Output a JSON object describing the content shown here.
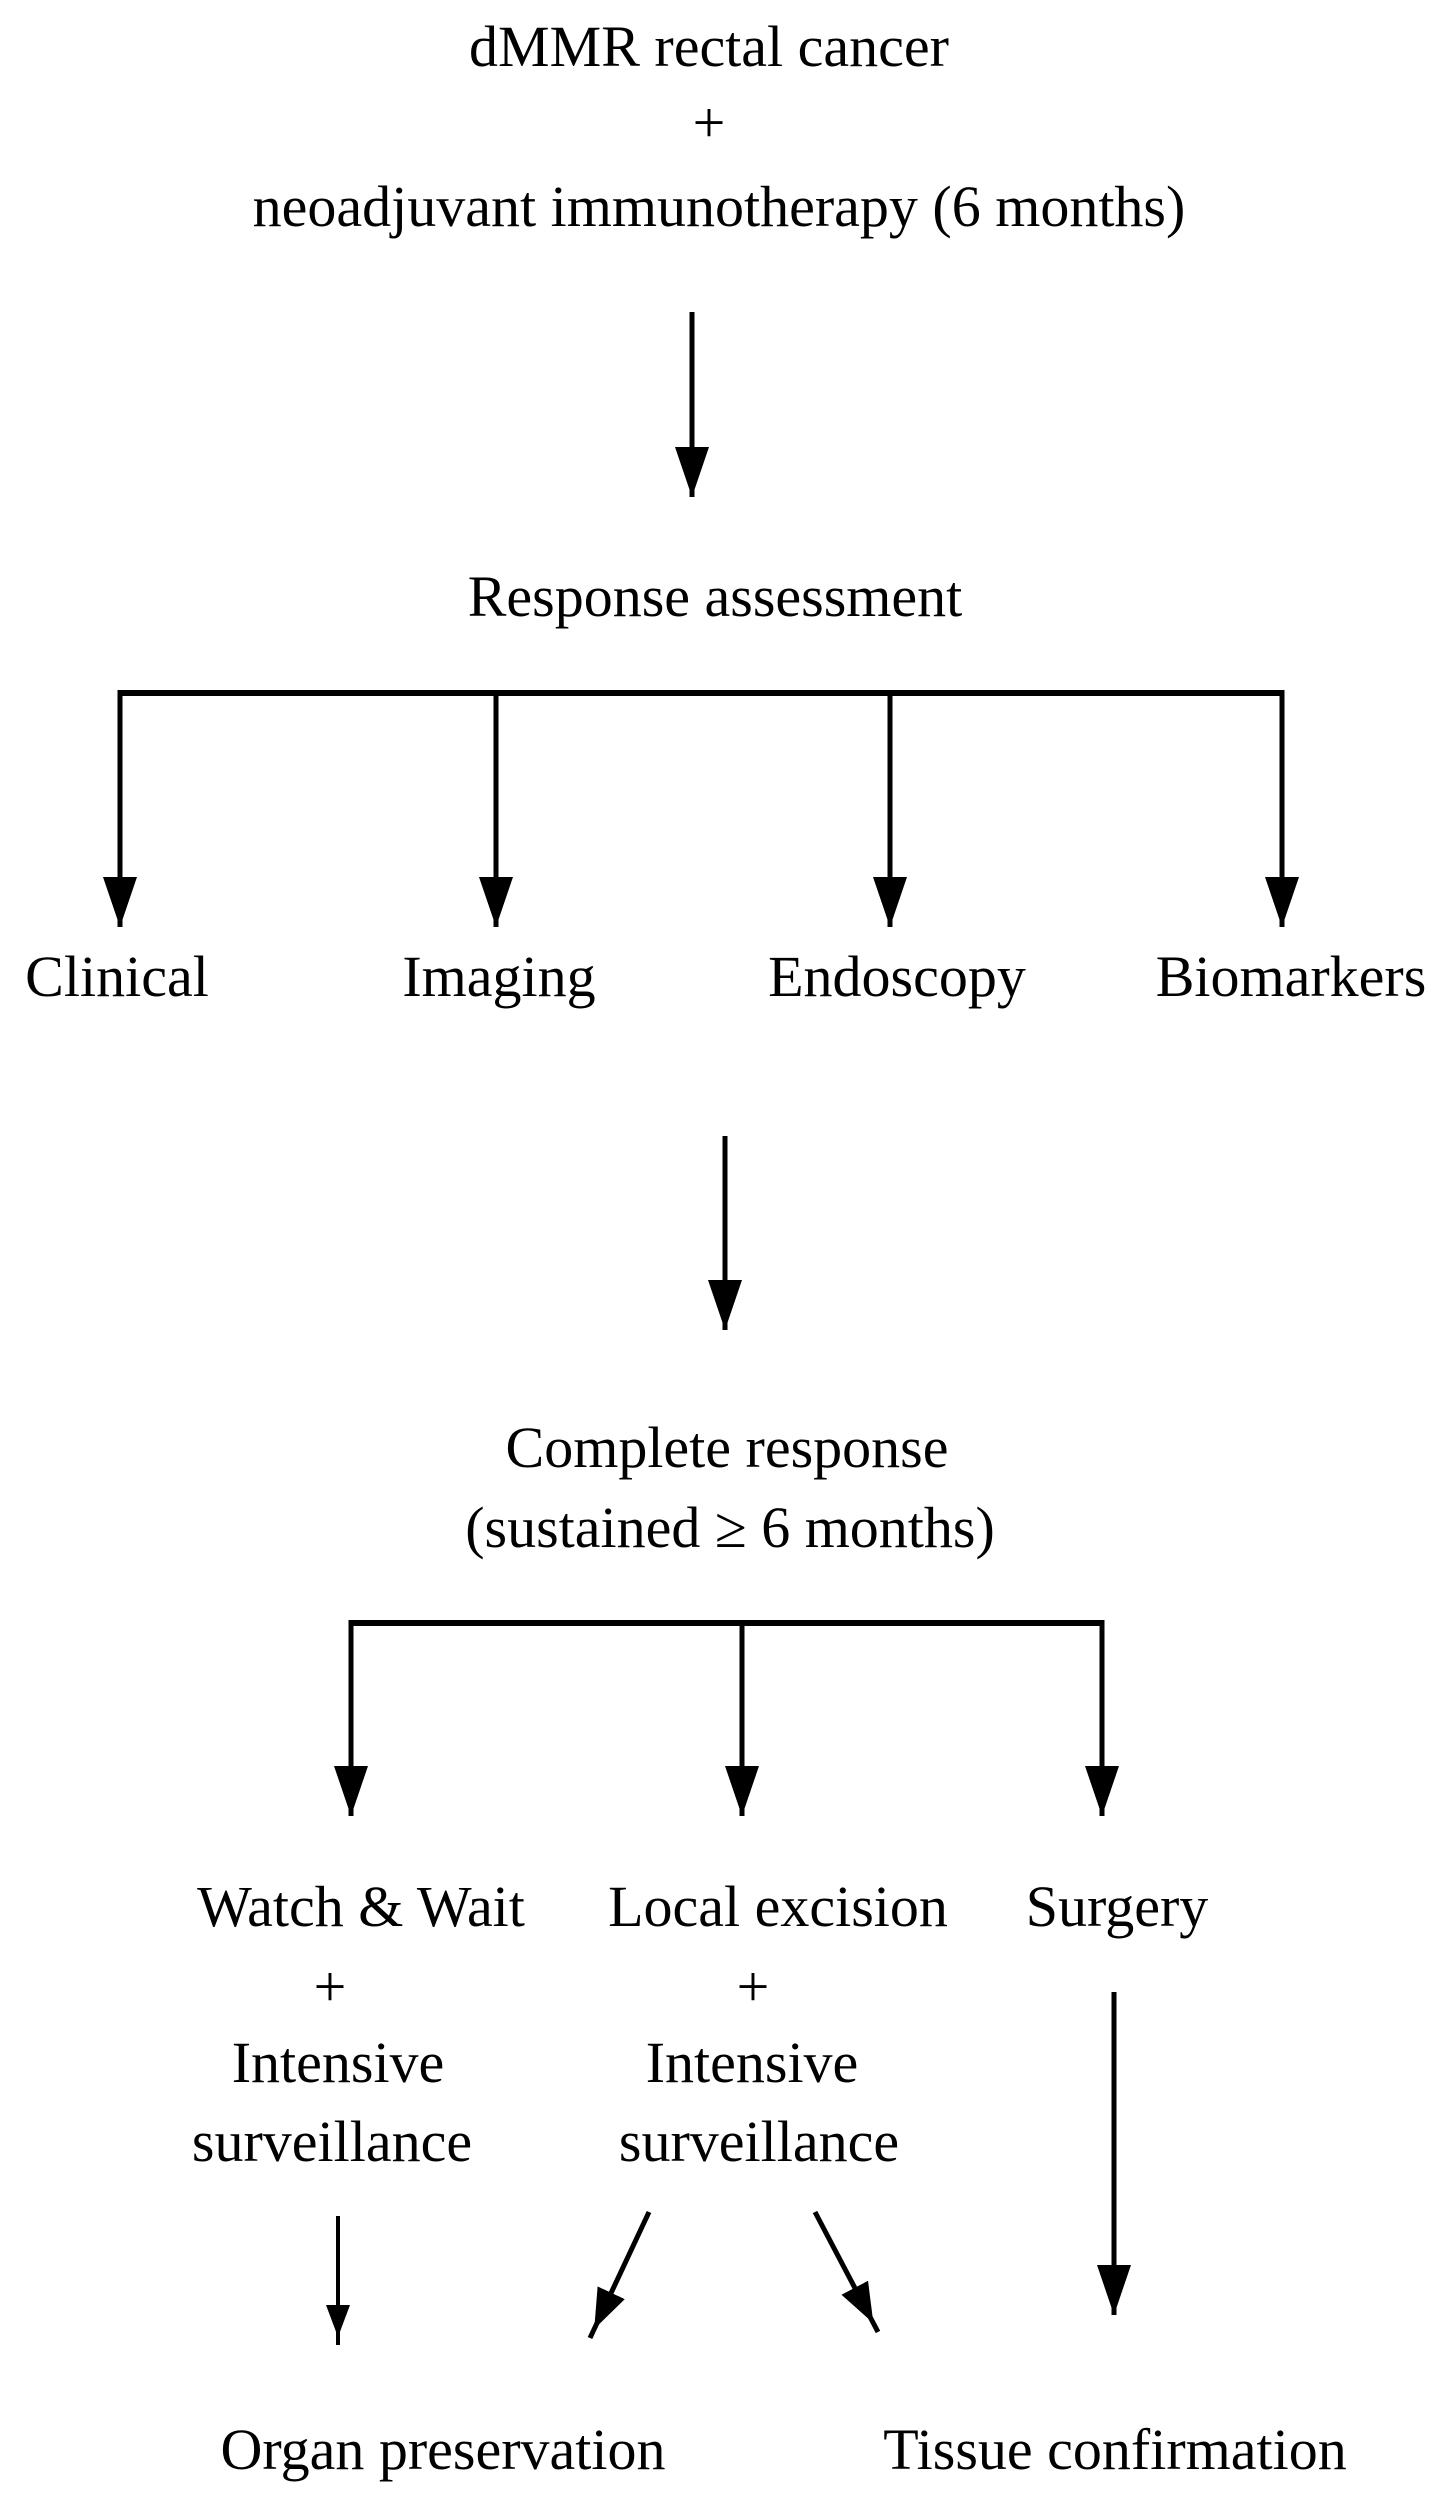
{
  "diagram": {
    "colors": {
      "ink": "#000000",
      "background": "#ffffff"
    },
    "title_block": {
      "line1": "dMMR rectal cancer",
      "plus": "+",
      "line2": "neoadjuvant immunotherapy (6 months)"
    },
    "response_assessment": {
      "label": "Response assessment"
    },
    "assessments": [
      "Clinical",
      "Imaging",
      "Endoscopy",
      "Biomarkers"
    ],
    "complete_response": {
      "line1": "Complete response",
      "line2": "(sustained ≥ 6 months)"
    },
    "options": [
      {
        "title": "Watch & Wait",
        "plus": "+",
        "extra_line1": "Intensive",
        "extra_line2": "surveillance"
      },
      {
        "title": "Local excision",
        "plus": "+",
        "extra_line1": "Intensive",
        "extra_line2": "surveillance"
      },
      {
        "title": "Surgery"
      }
    ],
    "outcomes": [
      "Organ preservation",
      "Tissue confirmation"
    ]
  }
}
